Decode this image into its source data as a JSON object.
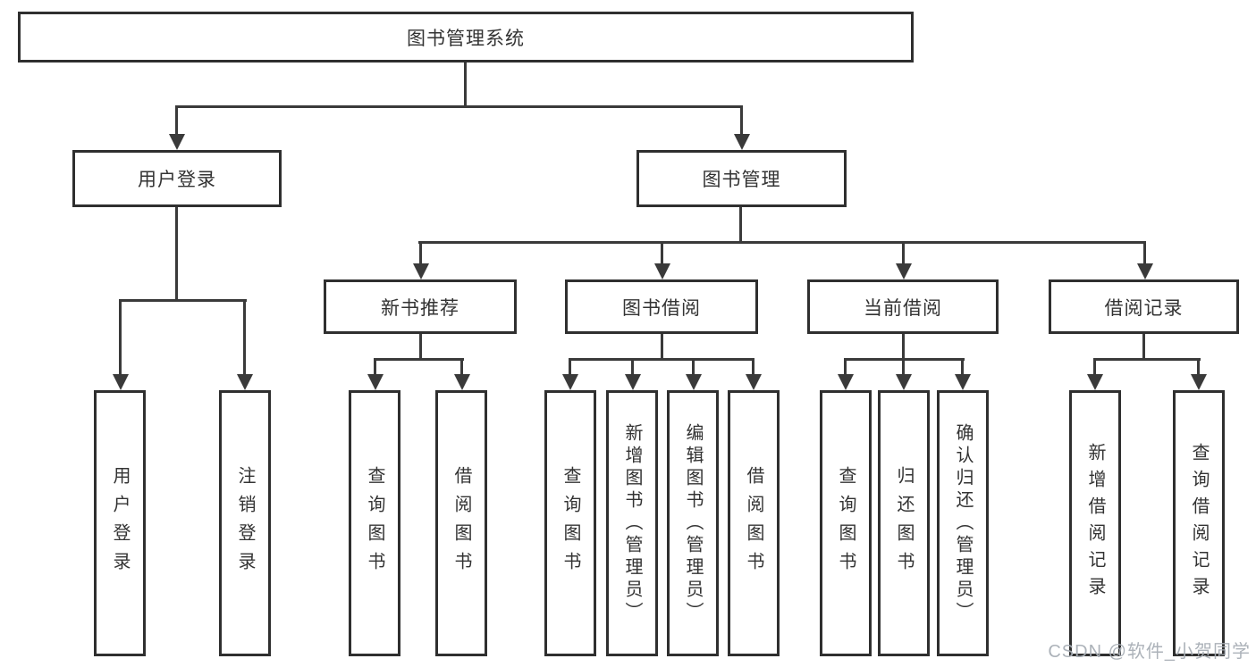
{
  "diagram": {
    "root": {
      "label": "图书管理系统"
    },
    "branches": [
      {
        "label": "用户登录",
        "children": [
          {
            "label": "用户登录"
          },
          {
            "label": "注销登录"
          }
        ]
      },
      {
        "label": "图书管理",
        "children": [
          {
            "label": "新书推荐",
            "children": [
              {
                "label": "查询图书"
              },
              {
                "label": "借阅图书"
              }
            ]
          },
          {
            "label": "图书借阅",
            "children": [
              {
                "label": "查询图书"
              },
              {
                "label": "新增图书（管理员）"
              },
              {
                "label": "编辑图书（管理员）"
              },
              {
                "label": "借阅图书"
              }
            ]
          },
          {
            "label": "当前借阅",
            "children": [
              {
                "label": "查询图书"
              },
              {
                "label": "归还图书"
              },
              {
                "label": "确认归还（管理员）"
              }
            ]
          },
          {
            "label": "借阅记录",
            "children": [
              {
                "label": "新增借阅记录"
              },
              {
                "label": "查询借阅记录"
              }
            ]
          }
        ]
      }
    ]
  },
  "watermark": "CSDN @软件_小贺同学",
  "colors": {
    "line": "#3a3a3a",
    "border": "#2f2f2f",
    "text": "#333333",
    "watermark": "#a8aeb5"
  }
}
